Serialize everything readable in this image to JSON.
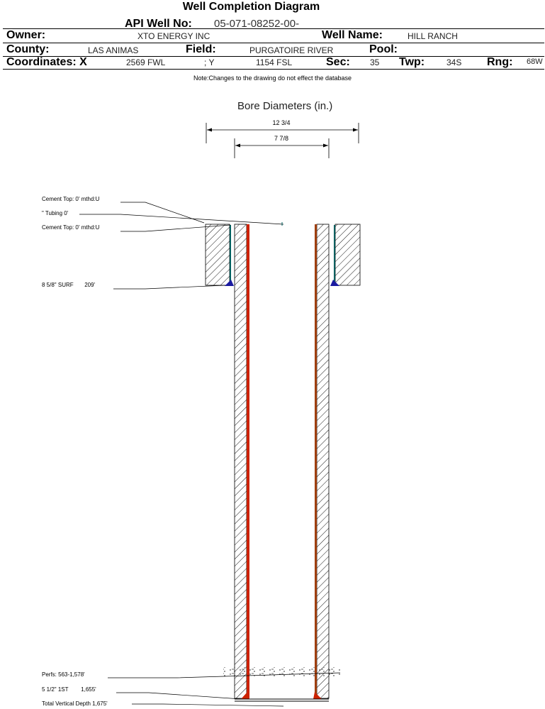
{
  "header": {
    "title": "Well Completion Diagram",
    "api_label": "API Well No:",
    "api_value": "05-071-08252-00-",
    "owner_label": "Owner:",
    "owner_value": "XTO ENERGY INC",
    "well_name_label": "Well Name:",
    "well_name_value": "HILL RANCH",
    "county_label": "County:",
    "county_value": "LAS ANIMAS",
    "field_label": "Field:",
    "field_value": "PURGATOIRE RIVER",
    "pool_label": "Pool:",
    "pool_value": "",
    "coords_label": "Coordinates: X",
    "x_value": "2569 FWL",
    "y_label": "; Y",
    "y_value": "1154 FSL",
    "sec_label": "Sec:",
    "sec_value": "35",
    "twp_label": "Twp:",
    "twp_value": "34S",
    "rng_label": "Rng:",
    "rng_value": "68W"
  },
  "note": "Note:Changes to the drawing do not effect the database",
  "diagram": {
    "bore_title": "Bore Diameters (in.)",
    "bore_outer": "12 3/4",
    "bore_inner": "7 7/8",
    "annotations": {
      "cement_top_1": "Cement Top: 0' mthd:U",
      "tubing": "\" Tubing 0'",
      "cement_top_2": "Cement Top: 0' mthd:U",
      "surf_casing": "8 5/8\" SURF       209'",
      "perfs": "Perfs: 563-1,578'",
      "prod_casing": "5 1/2\" 1ST        1,655'",
      "tvd": "Total Vertical Depth 1,675'"
    },
    "colors": {
      "casing_left": "#cc2200",
      "casing_right": "#a04010",
      "cement_line": "#006060",
      "cement_shoe": "#1a1aa0",
      "hatch": "#000000"
    }
  }
}
